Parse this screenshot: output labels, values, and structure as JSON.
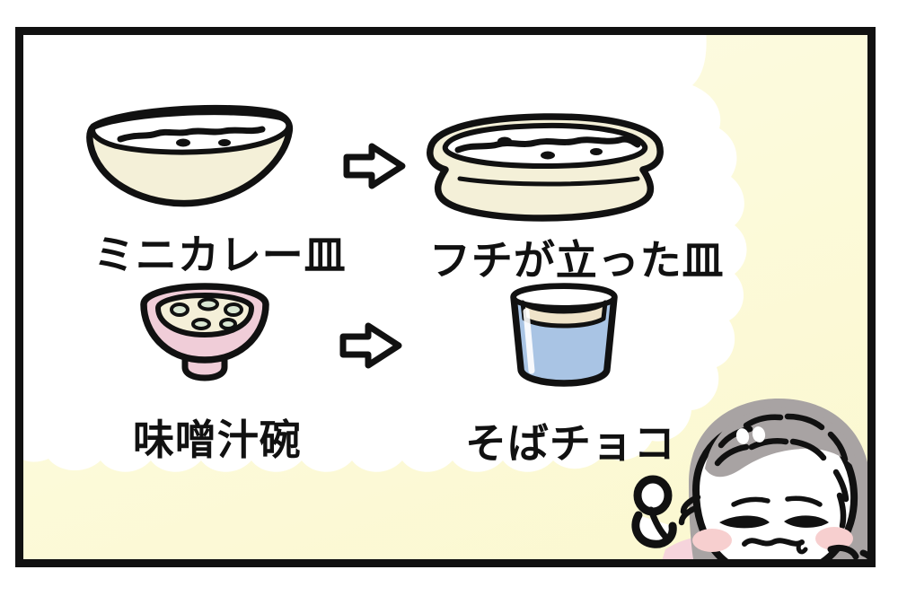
{
  "panel": {
    "frame_color": "#111111",
    "background_color": "#fbf8cf",
    "bubble_color": "#ffffff"
  },
  "items": [
    {
      "id": "mini-curry-plate",
      "label": "ミニカレー皿",
      "icon": "oval-curry-plate",
      "fill_color": "#f4f0d8",
      "outline_color": "#111111"
    },
    {
      "id": "raised-rim-plate",
      "label": "フチが立った皿",
      "icon": "rimmed-oval-plate",
      "fill_color": "#f4f0d8",
      "outline_color": "#111111"
    },
    {
      "id": "miso-soup-bowl",
      "label": "味噌汁碗",
      "icon": "pink-soup-bowl",
      "fill_color": "#f0cdd8",
      "outline_color": "#111111"
    },
    {
      "id": "soba-choko-cup",
      "label": "そばチョコ",
      "icon": "blue-soba-cup",
      "fill_color": "#a9c4e4",
      "outline_color": "#111111"
    }
  ],
  "arrows": [
    {
      "id": "arrow-top",
      "icon": "right-arrow",
      "color": "#111111"
    },
    {
      "id": "arrow-bottom",
      "icon": "right-arrow",
      "color": "#111111"
    }
  ],
  "character": {
    "id": "grandma-character",
    "icon": "cartoon-face",
    "hair_color": "#a8a3a3",
    "skin_color": "#ffffff",
    "blush_color": "#f7cfcf",
    "line_color": "#111111"
  }
}
